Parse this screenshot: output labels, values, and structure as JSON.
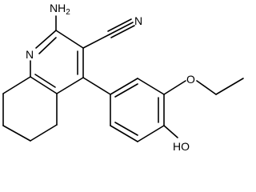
{
  "molecule": {
    "atom_labels": {
      "amino": "NH",
      "amino_subscript": "2",
      "nitrile_n": "N",
      "ring_n": "N",
      "ether_o": "O",
      "hydroxyl": "HO"
    },
    "colors": {
      "bond": "#000000",
      "text": "#000000",
      "background": "#ffffff"
    }
  }
}
